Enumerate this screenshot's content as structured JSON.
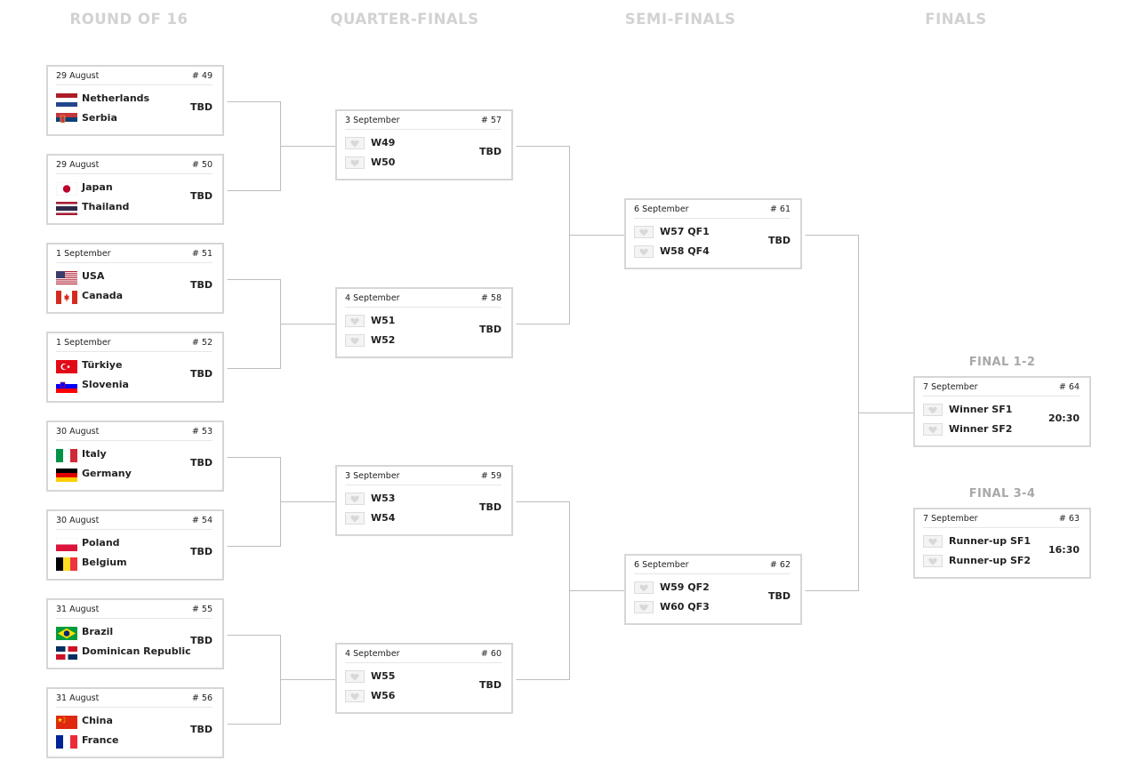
{
  "rounds": {
    "r16": "ROUND OF 16",
    "qf": "QUARTER-FINALS",
    "sf": "SEMI-FINALS",
    "finals": "FINALS"
  },
  "final_labels": {
    "final12": "FINAL 1-2",
    "final34": "FINAL 3-4"
  },
  "matches": {
    "m49": {
      "date": "29 August",
      "num": "# 49",
      "team1": "Netherlands",
      "team2": "Serbia",
      "result": "TBD"
    },
    "m50": {
      "date": "29 August",
      "num": "# 50",
      "team1": "Japan",
      "team2": "Thailand",
      "result": "TBD"
    },
    "m51": {
      "date": "1 September",
      "num": "# 51",
      "team1": "USA",
      "team2": "Canada",
      "result": "TBD"
    },
    "m52": {
      "date": "1 September",
      "num": "# 52",
      "team1": "Türkiye",
      "team2": "Slovenia",
      "result": "TBD"
    },
    "m53": {
      "date": "30 August",
      "num": "# 53",
      "team1": "Italy",
      "team2": "Germany",
      "result": "TBD"
    },
    "m54": {
      "date": "30 August",
      "num": "# 54",
      "team1": "Poland",
      "team2": "Belgium",
      "result": "TBD"
    },
    "m55": {
      "date": "31 August",
      "num": "# 55",
      "team1": "Brazil",
      "team2": "Dominican Republic",
      "result": "TBD"
    },
    "m56": {
      "date": "31 August",
      "num": "# 56",
      "team1": "China",
      "team2": "France",
      "result": "TBD"
    },
    "m57": {
      "date": "3 September",
      "num": "# 57",
      "team1": "W49",
      "team2": "W50",
      "result": "TBD"
    },
    "m58": {
      "date": "4 September",
      "num": "# 58",
      "team1": "W51",
      "team2": "W52",
      "result": "TBD"
    },
    "m59": {
      "date": "3 September",
      "num": "# 59",
      "team1": "W53",
      "team2": "W54",
      "result": "TBD"
    },
    "m60": {
      "date": "4 September",
      "num": "# 60",
      "team1": "W55",
      "team2": "W56",
      "result": "TBD"
    },
    "m61": {
      "date": "6 September",
      "num": "# 61",
      "team1": "W57 QF1",
      "team2": "W58 QF4",
      "result": "TBD"
    },
    "m62": {
      "date": "6 September",
      "num": "# 62",
      "team1": "W59 QF2",
      "team2": "W60 QF3",
      "result": "TBD"
    },
    "m64": {
      "date": "7 September",
      "num": "# 64",
      "team1": "Winner SF1",
      "team2": "Winner SF2",
      "result": "20:30"
    },
    "m63": {
      "date": "7 September",
      "num": "# 63",
      "team1": "Runner-up SF1",
      "team2": "Runner-up SF2",
      "result": "16:30"
    }
  },
  "colors": {
    "box_border": "#d6d6d6",
    "connector": "#bdbdbd",
    "round_title": "#d2d2d2",
    "final_title": "#a8a8a8",
    "text": "#222222"
  },
  "icons": {
    "placeholder": "heart-shield-icon"
  }
}
